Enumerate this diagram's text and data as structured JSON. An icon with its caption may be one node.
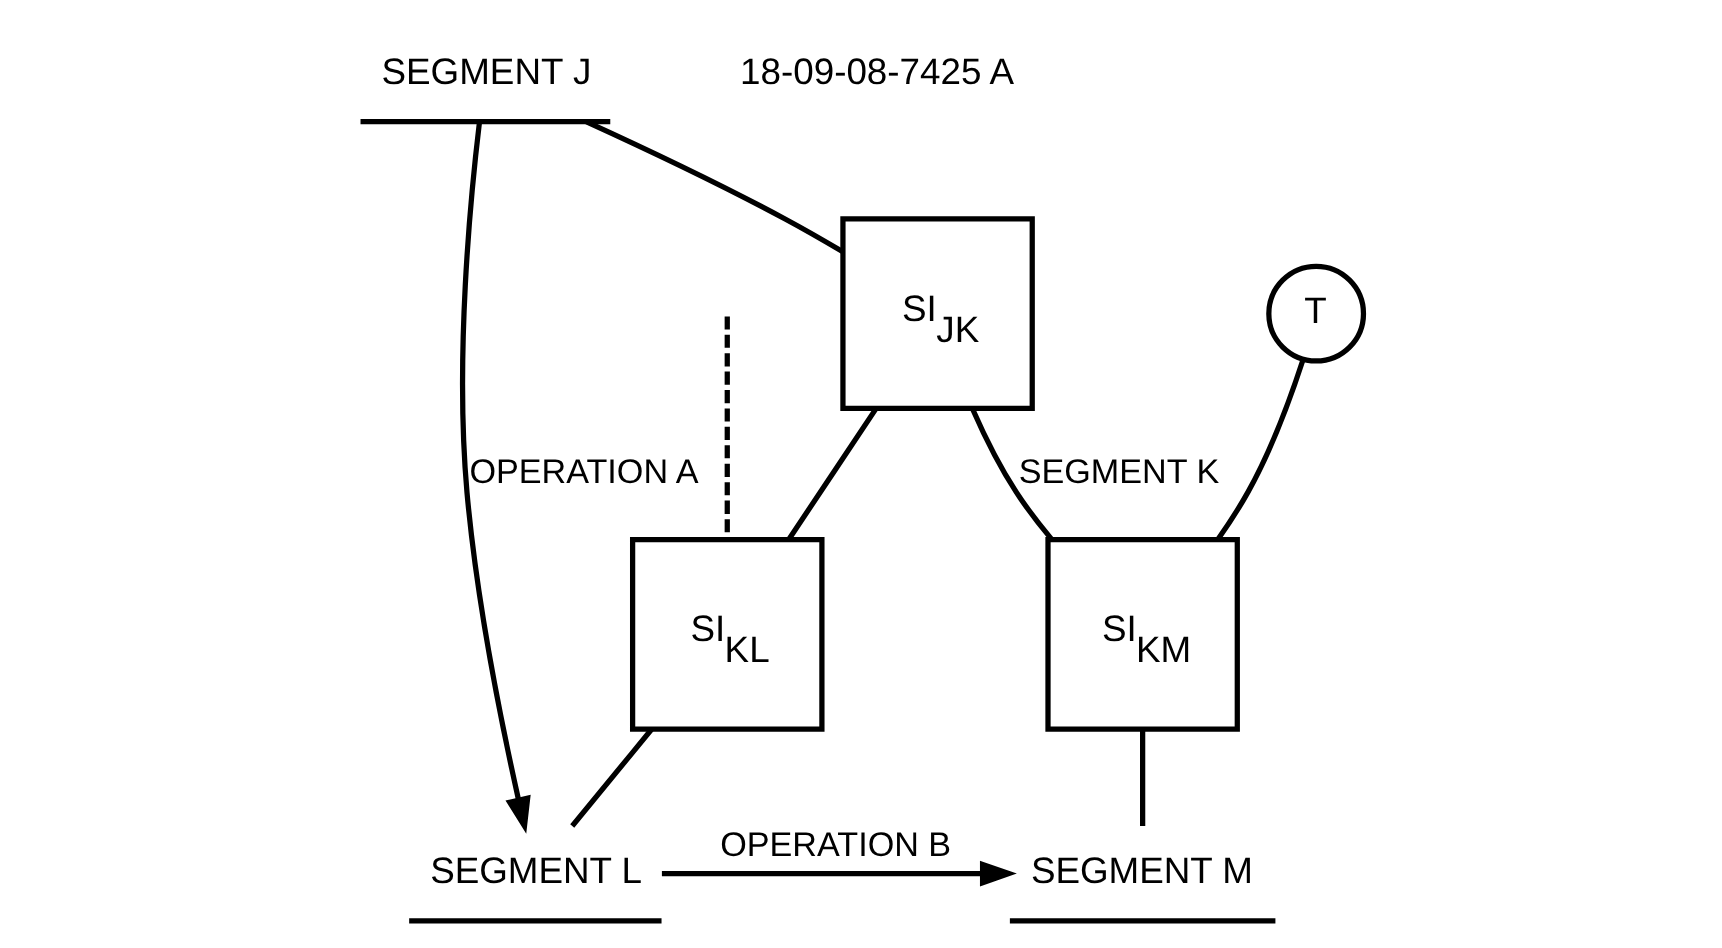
{
  "diagram": {
    "nodes": [
      {
        "text": [
          "SEGMENT J"
        ]
      },
      {
        "text": [
          "SI$_{JK}$"
        ]
      },
      {
        "text": [
          "SI$_{KL}$"
        ]
      },
      {
        "text": [
          "SI$_{KM}$"
        ]
      },
      {
        "text": [
          "T"
        ]
      },
      {
        "text": [
          "SEGMENT L"
        ]
      },
      {
        "text": [
          "SEGMENT M"
        ]
      }
    ],
    "edges": [
      {
        "from": 0,
        "to": 1,
        "arrow": "none"
      },
      {
        "from": 1,
        "to": 2,
        "arrow": "none"
      },
      {
        "from": 1,
        "to": 3,
        "arrow": "none",
        "label": "SEGMENT K"
      },
      {
        "from": 4,
        "to": 3,
        "arrow": "none"
      },
      {
        "from": 2,
        "to": 5,
        "arrow": "none"
      },
      {
        "from": 3,
        "to": 6,
        "arrow": "none"
      },
      {
        "from": 0,
        "to": 5,
        "arrow": "to",
        "label": "OPERATION A"
      },
      {
        "from": 5,
        "to": 6,
        "arrow": "to",
        "label": "OPERATION B"
      },
      {
        "from": null,
        "to": 2,
        "arrow": "none",
        "style": "dashed"
      }
    ],
    "labels": [
      "18-09-08-7425 A"
    ]
  }
}
